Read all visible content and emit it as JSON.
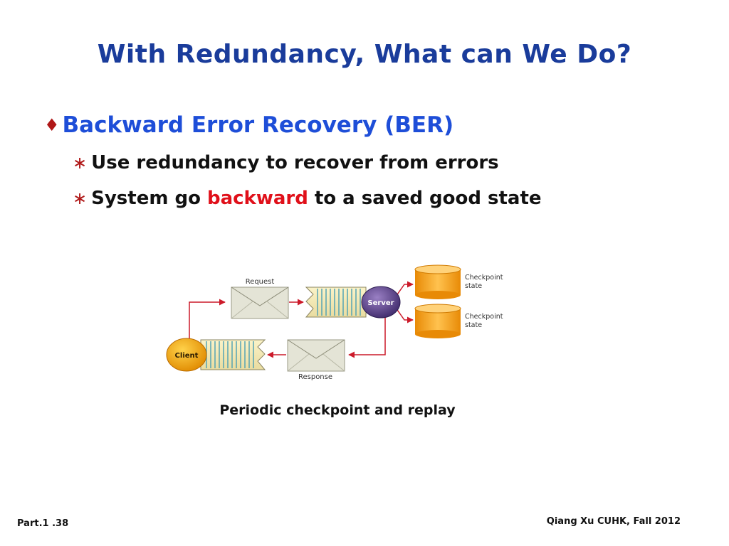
{
  "slide": {
    "title": "With Redundancy, What can We Do?",
    "bullet1": "Backward Error Recovery (BER)",
    "sub1": "Use redundancy to recover from errors",
    "sub2_before": "System go",
    "sub2_highlight": "backward",
    "sub2_after": "to a saved good state",
    "caption": "Periodic checkpoint and replay",
    "footer_left": "Part.1 .38",
    "footer_right": "Qiang Xu CUHK, Fall 2012"
  },
  "diagram": {
    "request_label": "Request",
    "response_label": "Response",
    "server_label": "Server",
    "client_label": "Client",
    "checkpoint1_line1": "Checkpoint",
    "checkpoint1_line2": "state",
    "checkpoint2_line1": "Checkpoint",
    "checkpoint2_line2": "state"
  },
  "colors": {
    "title": "#1a3c9b",
    "bullet": "#1e4ed8",
    "highlight": "#e0101a",
    "arrow": "#cc1a2a",
    "server": "#5a3d86",
    "client": "#f0a000",
    "database": "#f3a21c"
  }
}
